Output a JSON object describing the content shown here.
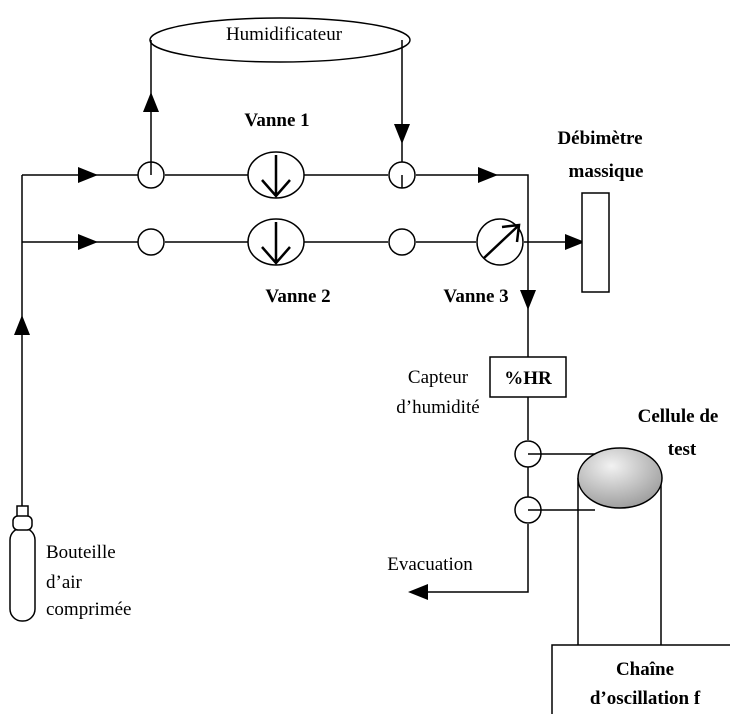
{
  "labels": {
    "humidifier": "Humidificateur",
    "valve1": "Vanne 1",
    "valve2": "Vanne 2",
    "valve3": "Vanne 3",
    "flowmeter_line1": "Débimètre",
    "flowmeter_line2": "massique",
    "sensor_box": "%HR",
    "sensor_line1": "Capteur",
    "sensor_line2": "d’humidité",
    "cell_line1": "Cellule de",
    "cell_line2": "test",
    "evacuation": "Evacuation",
    "bottle_line1": "Bouteille",
    "bottle_line2": "d’air",
    "bottle_line3": "comprimée",
    "chain_line1": "Chaîne",
    "chain_line2": "d’oscillation f"
  },
  "colors": {
    "line": "#000000",
    "background": "#ffffff",
    "cell_fill_light": "#f2f2f2",
    "cell_fill_dark": "#9a9a9a"
  },
  "icons": [
    "arrow-icon",
    "valve-icon",
    "needle-valve-icon",
    "gas-bottle-icon"
  ]
}
